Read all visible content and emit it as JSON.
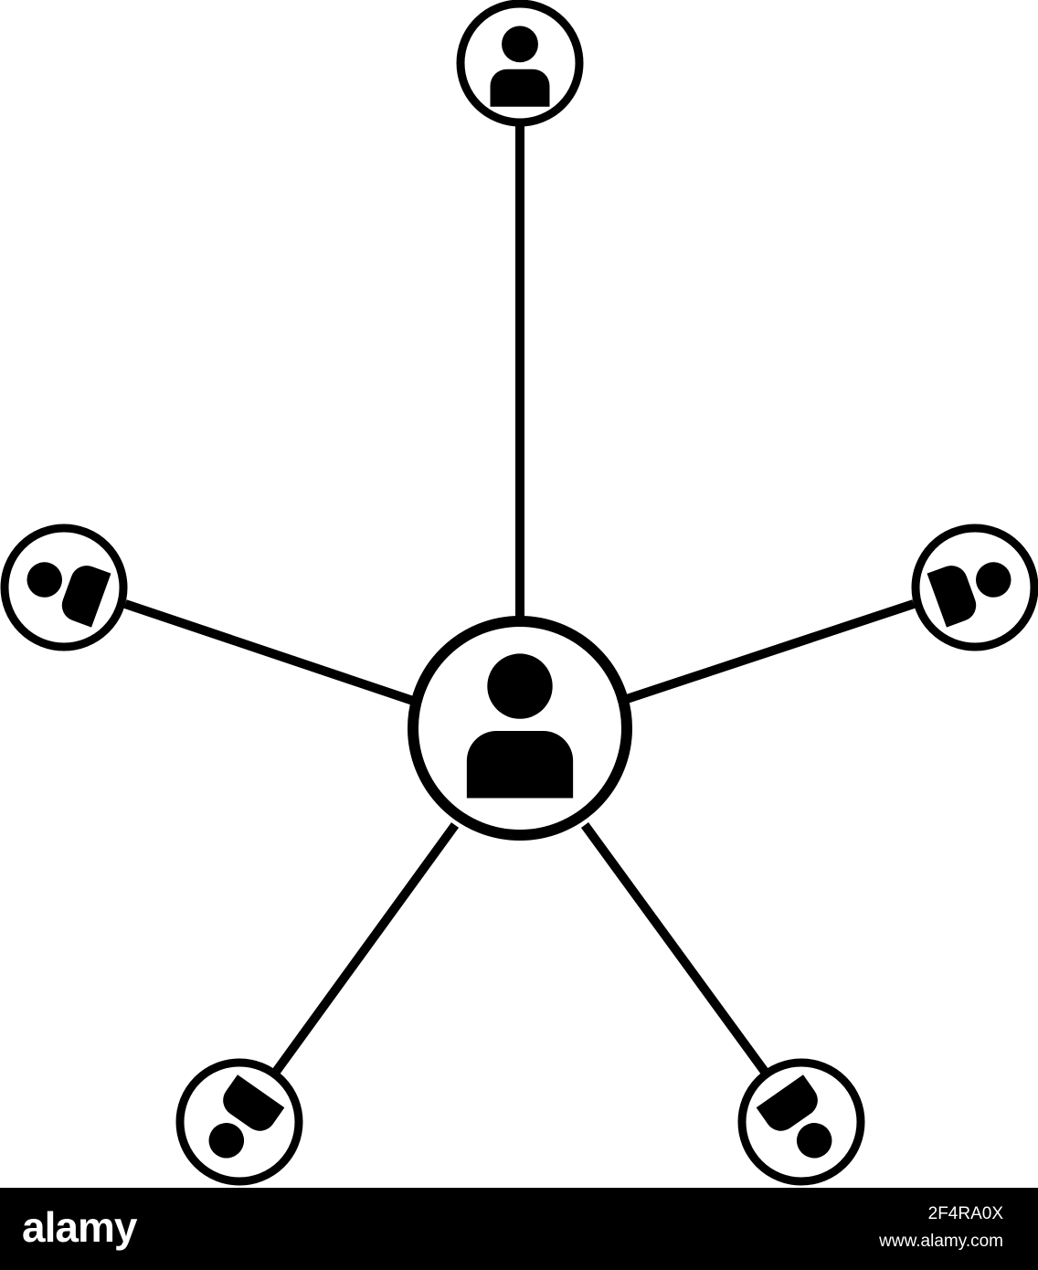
{
  "diagram": {
    "type": "network-star",
    "center": {
      "icon": "person-icon"
    },
    "outer_nodes": [
      {
        "id": "top",
        "icon": "person-icon"
      },
      {
        "id": "upper-left",
        "icon": "person-icon"
      },
      {
        "id": "upper-right",
        "icon": "person-icon"
      },
      {
        "id": "lower-left",
        "icon": "person-icon"
      },
      {
        "id": "lower-right",
        "icon": "person-icon"
      }
    ],
    "connections": [
      [
        "center",
        "top"
      ],
      [
        "center",
        "upper-left"
      ],
      [
        "center",
        "upper-right"
      ],
      [
        "center",
        "lower-left"
      ],
      [
        "center",
        "lower-right"
      ]
    ],
    "colors": {
      "line": "#000000",
      "fill": "#ffffff",
      "background": "#ffffff"
    }
  },
  "watermark": {
    "brand": "alamy",
    "image_id": "2F4RA0X",
    "url": "www.alamy.com",
    "background": "#000000",
    "text_color": "#ffffff"
  }
}
